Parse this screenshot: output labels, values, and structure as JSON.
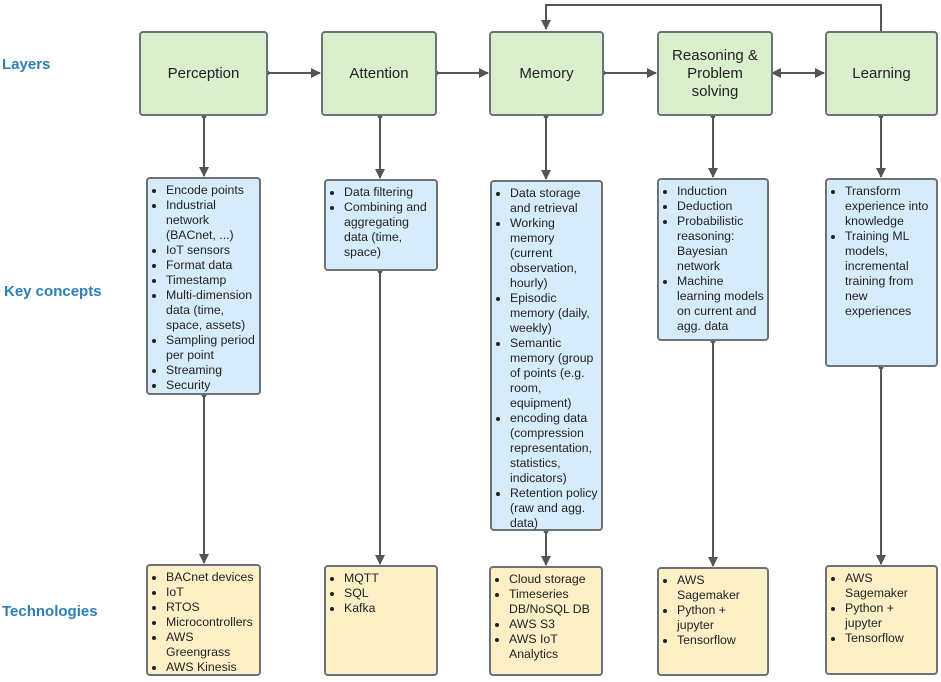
{
  "row_labels": {
    "layers": "Layers",
    "key_concepts": "Key concepts",
    "technologies": "Technologies"
  },
  "layers": [
    {
      "name": "Perception"
    },
    {
      "name": "Attention"
    },
    {
      "name": "Memory"
    },
    {
      "name": "Reasoning & Problem solving"
    },
    {
      "name": "Learning"
    }
  ],
  "concepts": [
    [
      "Encode points",
      "Industrial network (BACnet, ...)",
      "IoT sensors",
      "Format data",
      "Timestamp",
      "Multi-dimension data (time, space, assets)",
      "Sampling period per point",
      "Streaming",
      "Security"
    ],
    [
      "Data filtering",
      "Combining and aggregating data (time, space)"
    ],
    [
      "Data storage and retrieval",
      "Working memory (current observation, hourly)",
      "Episodic memory (daily, weekly)",
      "Semantic memory (group of points (e.g. room, equipment)",
      "encoding data (compression representation, statistics, indicators)",
      "Retention policy (raw and agg. data)"
    ],
    [
      "Induction",
      "Deduction",
      "Probabilistic reasoning: Bayesian network",
      "Machine learning models on current and agg. data"
    ],
    [
      "Transform experience into knowledge",
      "Training ML models, incremental training from new experiences"
    ]
  ],
  "technologies": [
    [
      "BACnet devices",
      "IoT",
      "RTOS",
      "Microcontrollers",
      "AWS Greengrass",
      "AWS Kinesis"
    ],
    [
      "MQTT",
      "SQL",
      "Kafka"
    ],
    [
      "Cloud storage",
      "Timeseries DB/NoSQL DB",
      "AWS S3",
      "AWS IoT Analytics"
    ],
    [
      "AWS Sagemaker",
      "Python + jupyter",
      "Tensorflow"
    ],
    [
      "AWS Sagemaker",
      "Python + jupyter",
      "Tensorflow"
    ]
  ],
  "colors": {
    "layer_fill": "#d9efce",
    "concept_fill": "#d6ecfa",
    "tech_fill": "#fdf0c7",
    "label_color": "#2d7fb8",
    "border": "#6b7278"
  }
}
